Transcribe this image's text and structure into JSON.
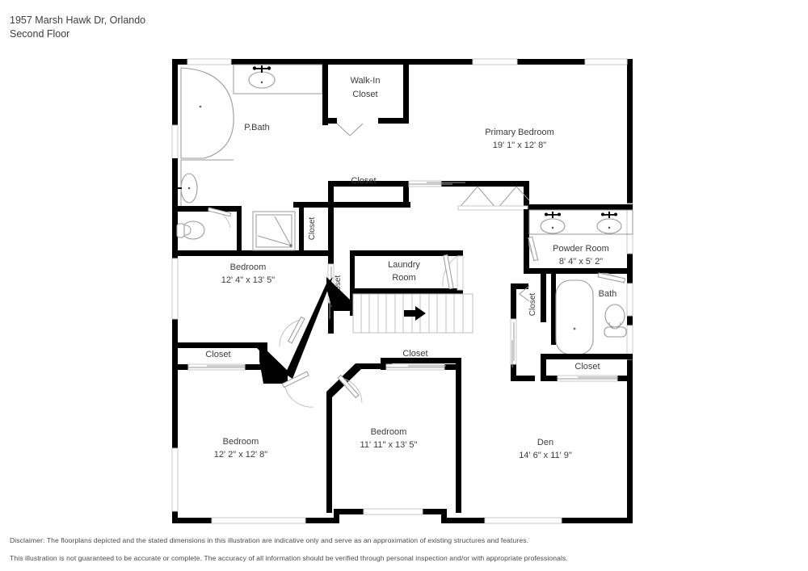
{
  "header": {
    "address": "1957 Marsh Hawk Dr, Orlando",
    "floor": "Second Floor"
  },
  "footer": {
    "disclaimer_line1": "Disclaimer: The floorplans depicted and the stated dimensions in this illustration are indicative only and serve as an approximation of existing structures and features.",
    "disclaimer_line2": "This illustration is not guaranteed to be accurate or complete. The accuracy of all information should be verified through personal inspection and/or with appropriate professionals."
  },
  "rooms": {
    "walk_in_closet": {
      "name_line1": "Walk-In",
      "name_line2": "Closet"
    },
    "p_bath": {
      "name": "P.Bath"
    },
    "primary_bedroom": {
      "name": "Primary Bedroom",
      "dimensions": "19' 1\" x 12' 8\""
    },
    "closet_upper_mid": {
      "name": "Closet"
    },
    "closet_vertical_a": {
      "name": "Closet"
    },
    "closet_vertical_b": {
      "name": "Closet"
    },
    "laundry_room": {
      "name_line1": "Laundry",
      "name_line2": "Room"
    },
    "bedroom_left": {
      "name": "Bedroom",
      "dimensions": "12' 4\" x 13' 5\""
    },
    "powder_room": {
      "name": "Powder Room",
      "dimensions": "8' 4\" x 5' 2\""
    },
    "bath": {
      "name": "Bath"
    },
    "closet_bath_vertical": {
      "name": "Closet"
    },
    "closet_right_lower": {
      "name": "Closet"
    },
    "closet_bedroom_left_lower": {
      "name": "Closet"
    },
    "closet_bedroom_mid_lower": {
      "name": "Closet"
    },
    "bedroom_lower_left": {
      "name": "Bedroom",
      "dimensions": "12' 2\" x 12' 8\""
    },
    "bedroom_lower_mid": {
      "name": "Bedroom",
      "dimensions": "11' 11\" x 13' 5\""
    },
    "den": {
      "name": "Den",
      "dimensions": "14' 6\" x 11' 9\""
    }
  },
  "stairs": {
    "direction_icon": "arrow-right-icon",
    "tread_count": 14
  },
  "colors": {
    "wall": "#000000",
    "fixture_outline": "#9a9a9a",
    "text": "#3b3b3b",
    "background": "#ffffff"
  }
}
